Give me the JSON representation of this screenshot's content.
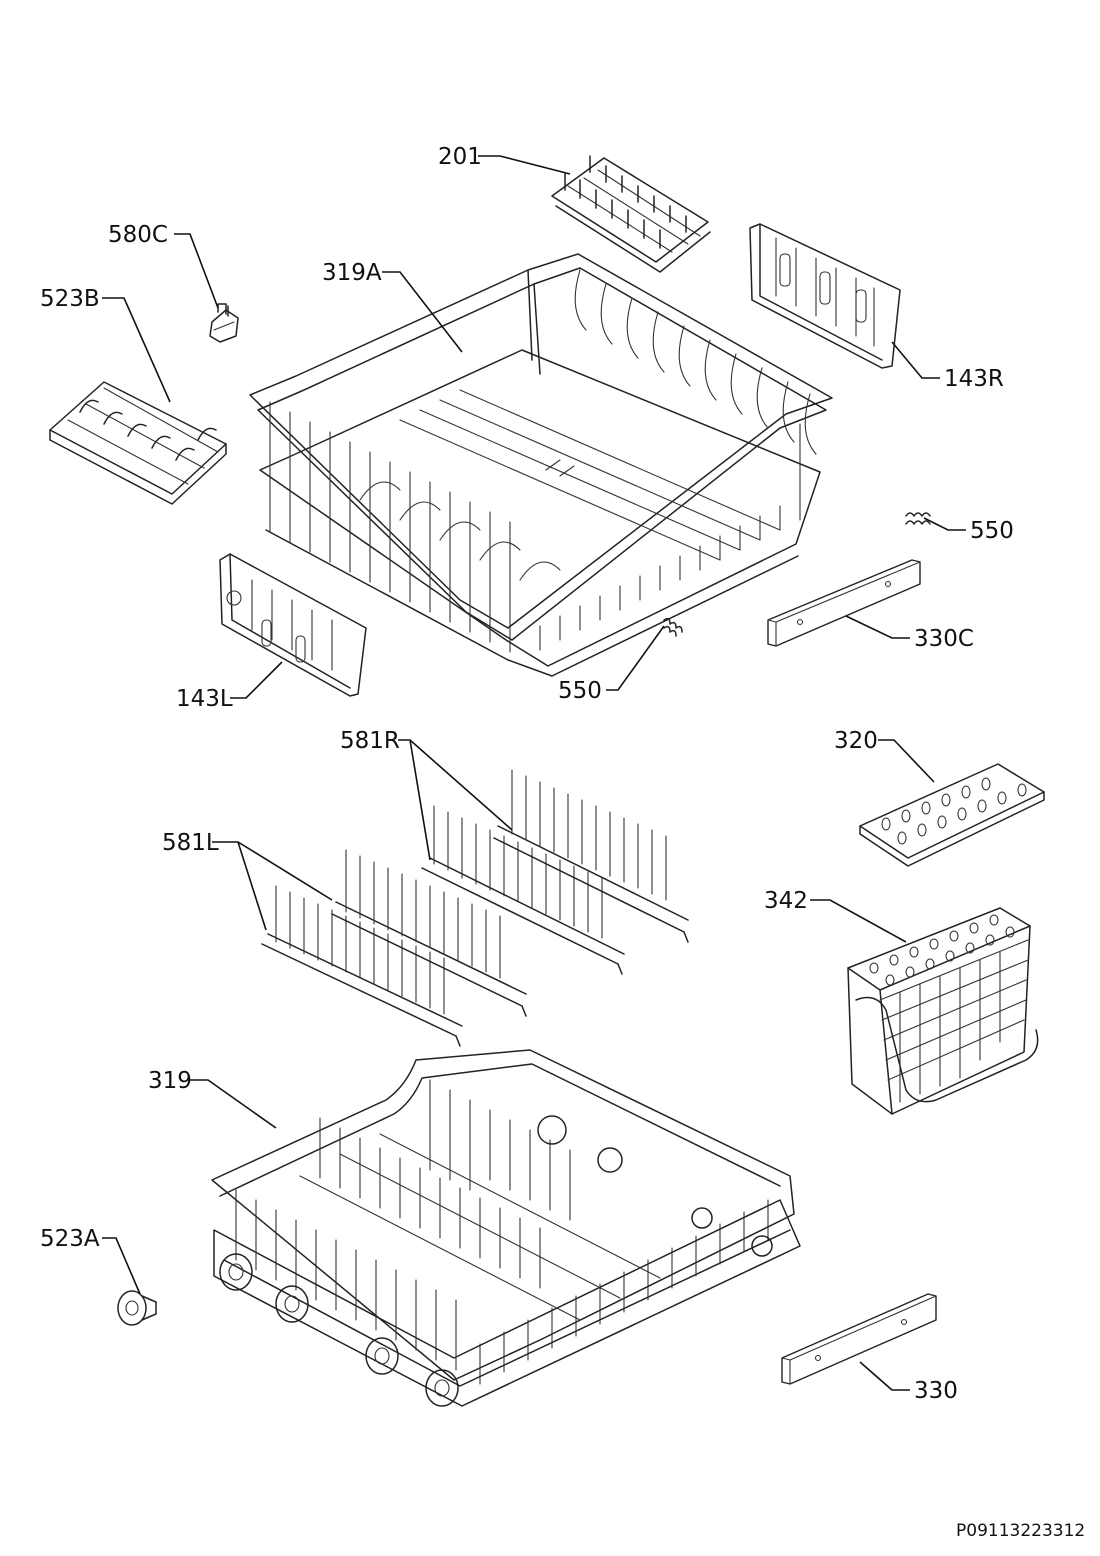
{
  "diagram": {
    "labels": {
      "l201": "201",
      "l580C": "580C",
      "l319A": "319A",
      "l523B": "523B",
      "l143R": "143R",
      "l550a": "550",
      "l330C": "330C",
      "l143L": "143L",
      "l550b": "550",
      "l581R": "581R",
      "l320": "320",
      "l581L": "581L",
      "l342": "342",
      "l319": "319",
      "l523A": "523A",
      "l330": "330"
    },
    "drawing_code": "P09113223312"
  }
}
